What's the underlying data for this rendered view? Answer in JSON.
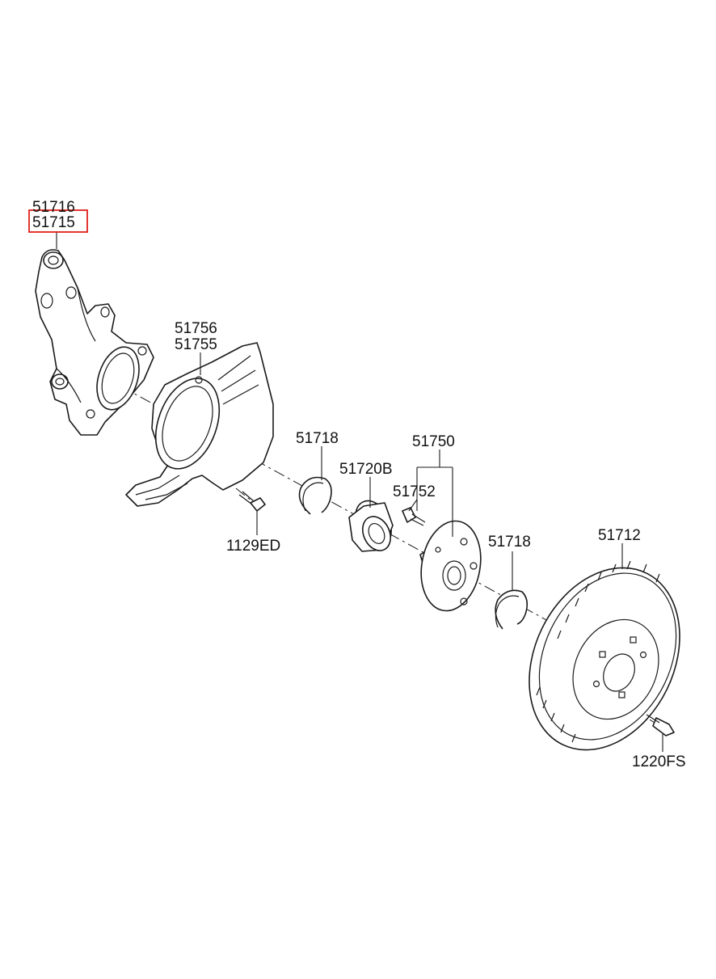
{
  "labels": {
    "p51716": "51716",
    "p51715": "51715",
    "p51756": "51756",
    "p51755": "51755",
    "p51718a": "51718",
    "p51720b": "51720B",
    "p51750": "51750",
    "p51752": "51752",
    "p1129ed": "1129ED",
    "p51718b": "51718",
    "p51712": "51712",
    "p1220fs": "1220FS"
  },
  "highlight": {
    "part": "51715",
    "color": "#e0201c"
  }
}
